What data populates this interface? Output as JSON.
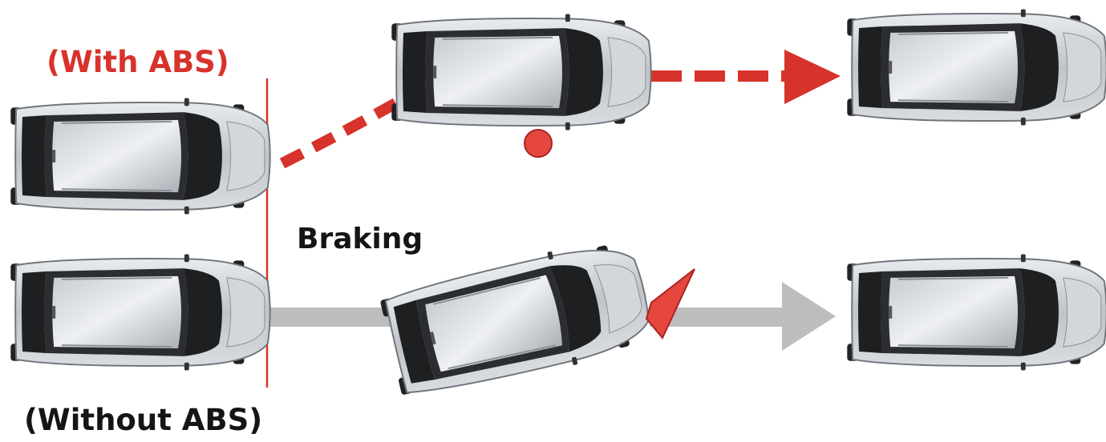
{
  "labels": {
    "with_abs": "(With ABS)",
    "braking": "Braking",
    "without_abs": "(Without ABS)"
  },
  "colors": {
    "abs_path": "#d7322b",
    "no_abs_path": "#bdbdbd",
    "brake_line": "#d7322b",
    "obstacle": "#e5473f",
    "label_red": "#d7322b",
    "label_dark": "#151515"
  }
}
